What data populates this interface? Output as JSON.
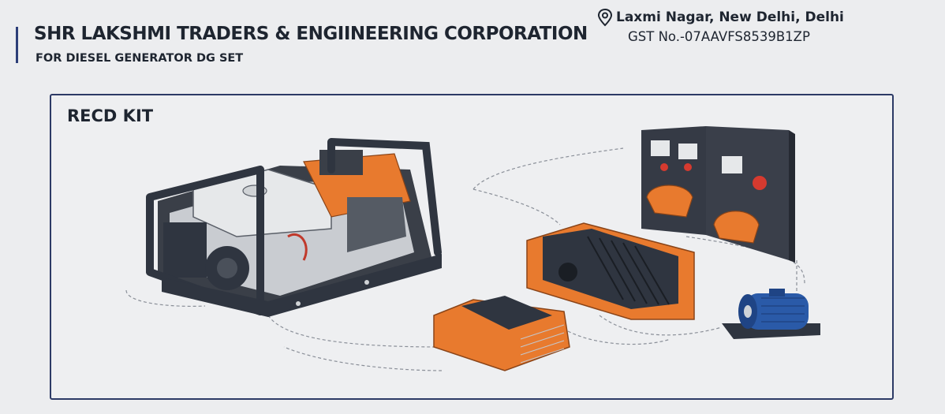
{
  "header": {
    "title": "SHR LAKSHMI TRADERS & ENGIINEERING CORPORATION",
    "subtitle": "FOR DIESEL GENERATOR DG SET",
    "address": "Laxmi Nagar, New Delhi, Delhi",
    "gst": "GST No.-07AAVFS8539B1ZP",
    "location_icon": "map-pin-icon"
  },
  "panel": {
    "title": "RECD KIT"
  },
  "colors": {
    "accent": "#2c3e78",
    "orange": "#e87a2e",
    "dark_frame": "#2f3540",
    "motor_blue": "#2a5aa8"
  }
}
